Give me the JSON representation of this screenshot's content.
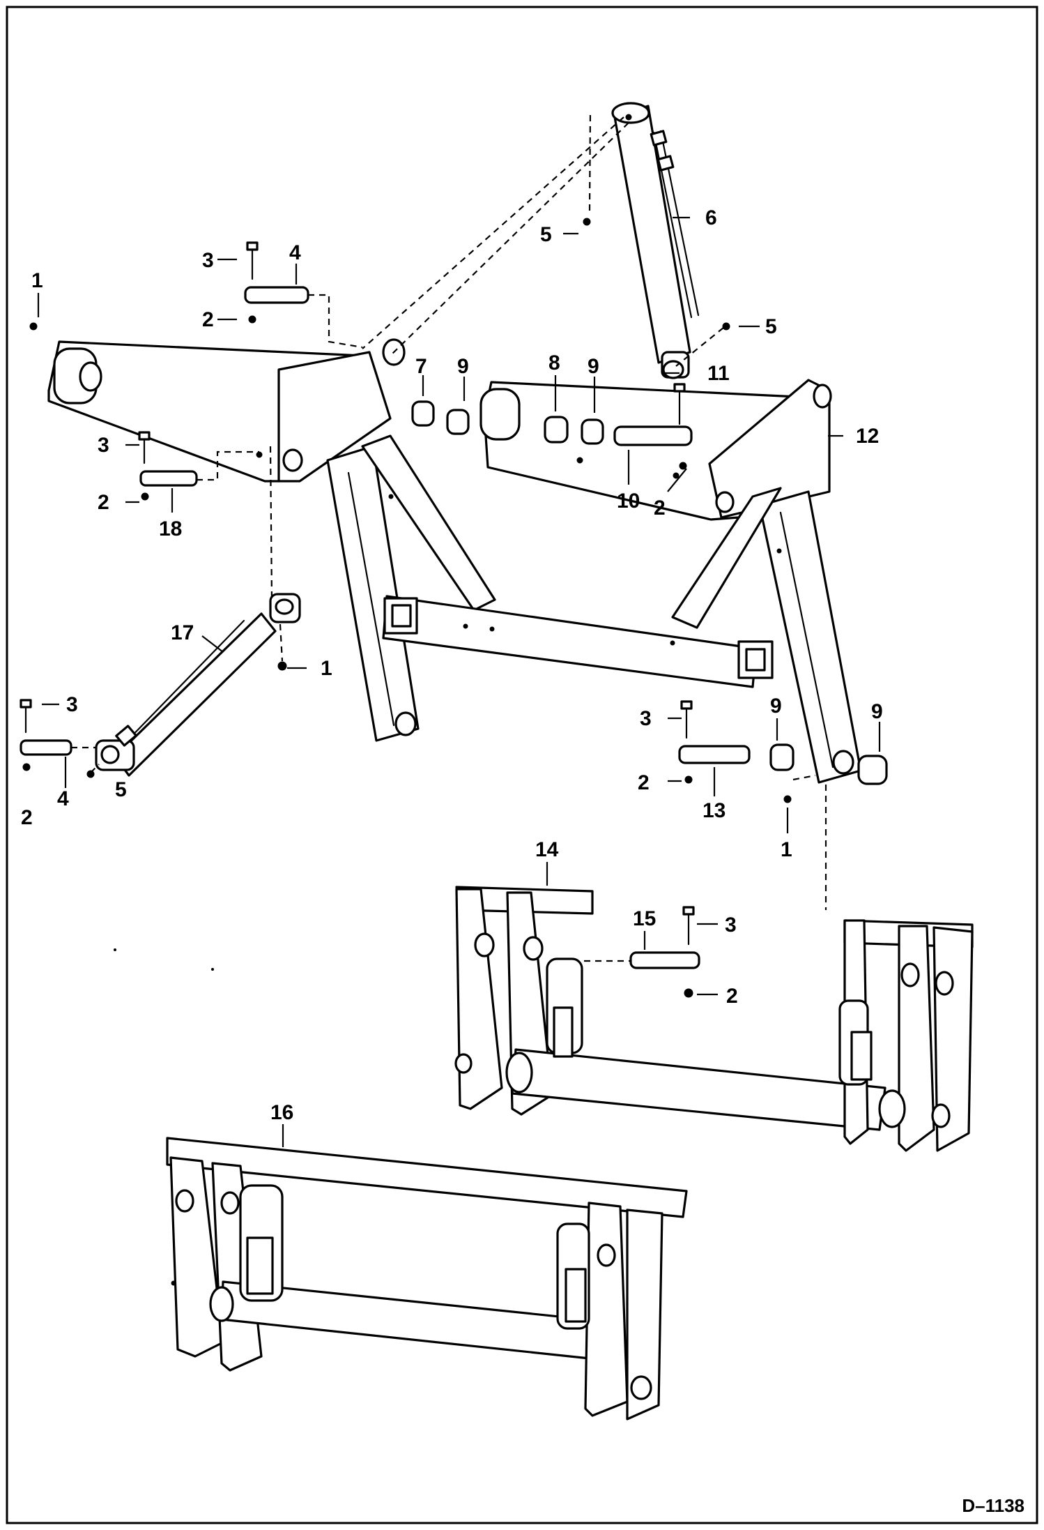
{
  "drawing_number": "D–1138",
  "callouts": [
    {
      "id": "c1a",
      "label": "1"
    },
    {
      "id": "c1b",
      "label": "1"
    },
    {
      "id": "c1c",
      "label": "1"
    },
    {
      "id": "c2a",
      "label": "2"
    },
    {
      "id": "c2b",
      "label": "2"
    },
    {
      "id": "c2c",
      "label": "2"
    },
    {
      "id": "c2d",
      "label": "2"
    },
    {
      "id": "c2e",
      "label": "2"
    },
    {
      "id": "c2f",
      "label": "2"
    },
    {
      "id": "c3a",
      "label": "3"
    },
    {
      "id": "c3b",
      "label": "3"
    },
    {
      "id": "c3c",
      "label": "3"
    },
    {
      "id": "c3d",
      "label": "3"
    },
    {
      "id": "c3e",
      "label": "3"
    },
    {
      "id": "c4a",
      "label": "4"
    },
    {
      "id": "c4b",
      "label": "4"
    },
    {
      "id": "c5a",
      "label": "5"
    },
    {
      "id": "c5b",
      "label": "5"
    },
    {
      "id": "c5c",
      "label": "5"
    },
    {
      "id": "c6",
      "label": "6"
    },
    {
      "id": "c7",
      "label": "7"
    },
    {
      "id": "c8",
      "label": "8"
    },
    {
      "id": "c9a",
      "label": "9"
    },
    {
      "id": "c9b",
      "label": "9"
    },
    {
      "id": "c9c",
      "label": "9"
    },
    {
      "id": "c9d",
      "label": "9"
    },
    {
      "id": "c10",
      "label": "10"
    },
    {
      "id": "c11",
      "label": "11"
    },
    {
      "id": "c12",
      "label": "12"
    },
    {
      "id": "c13",
      "label": "13"
    },
    {
      "id": "c14",
      "label": "14"
    },
    {
      "id": "c15",
      "label": "15"
    },
    {
      "id": "c16",
      "label": "16"
    },
    {
      "id": "c17",
      "label": "17"
    },
    {
      "id": "c18",
      "label": "18"
    }
  ]
}
